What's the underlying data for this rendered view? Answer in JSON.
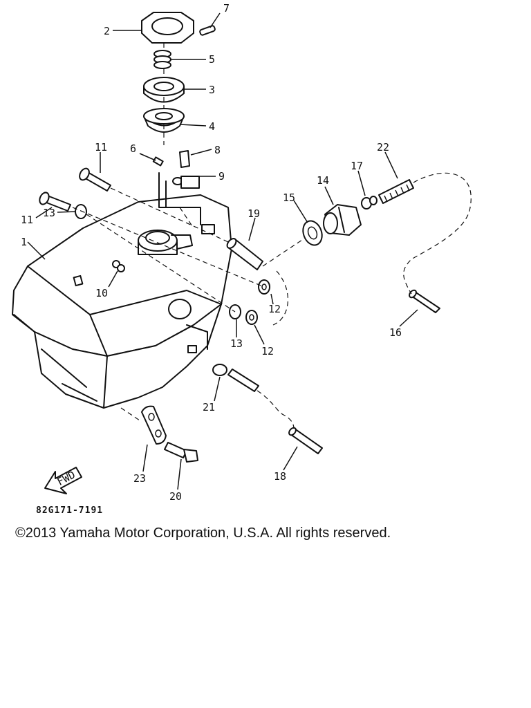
{
  "diagram": {
    "drawing_code": "82G171-7191",
    "copyright": "©2013 Yamaha Motor Corporation, U.S.A. All rights reserved.",
    "fwd_label": "FWD",
    "callouts": {
      "c1": "1",
      "c2": "2",
      "c3": "3",
      "c4": "4",
      "c5": "5",
      "c6": "6",
      "c7": "7",
      "c8": "8",
      "c9": "9",
      "c10": "10",
      "c11a": "11",
      "c11b": "11",
      "c12a": "12",
      "c12b": "12",
      "c13a": "13",
      "c13b": "13",
      "c14": "14",
      "c15": "15",
      "c16": "16",
      "c17": "17",
      "c18": "18",
      "c19": "19",
      "c20": "20",
      "c21": "21",
      "c22": "22",
      "c23": "23"
    }
  }
}
